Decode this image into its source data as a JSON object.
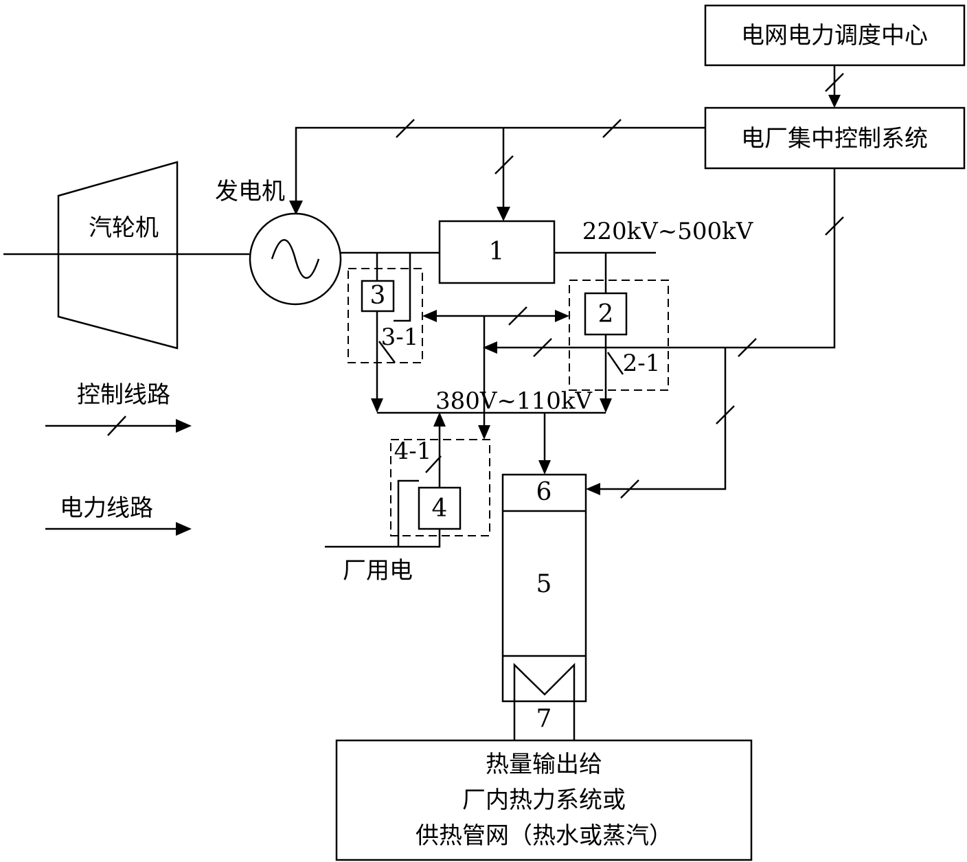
{
  "labels": {
    "dispatch_center": "电网电力调度中心",
    "plant_control": "电厂集中控制系统",
    "generator": "发电机",
    "turbine": "汽轮机",
    "high_voltage": "220kV~500kV",
    "low_voltage": "380V~110kV",
    "plant_power": "厂用电",
    "heat_output_line1": "热量输出给",
    "heat_output_line2": "厂内热力系统或",
    "heat_output_line3": "供热管网（热水或蒸汽）"
  },
  "legend": {
    "control_line": "控制线路",
    "power_line": "电力线路"
  },
  "components": {
    "c1": "1",
    "c2": "2",
    "c2_1": "2-1",
    "c3": "3",
    "c3_1": "3-1",
    "c4": "4",
    "c4_1": "4-1",
    "c5": "5",
    "c6": "6",
    "c7": "7"
  }
}
